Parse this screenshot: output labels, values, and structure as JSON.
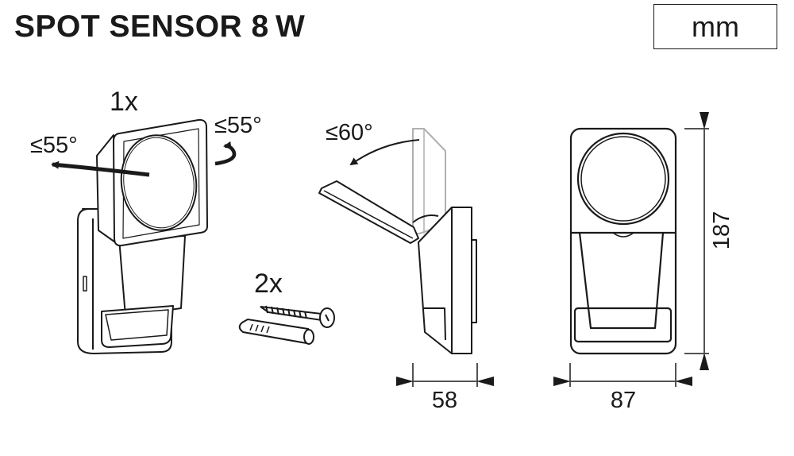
{
  "header": {
    "title": "SPOT SENSOR 8 W",
    "unit": "mm"
  },
  "perspective_view": {
    "quantity": "1x",
    "pan_angle": "≤55°",
    "rotate_angle": "≤55°"
  },
  "accessories": {
    "quantity": "2x",
    "items": [
      "screw",
      "wall-plug"
    ]
  },
  "side_view": {
    "tilt_angle": "≤60°",
    "depth": "58"
  },
  "front_view": {
    "width": "87",
    "height": "187"
  },
  "colors": {
    "line": "#1a1a1a",
    "ghost": "#b0b0b0"
  }
}
